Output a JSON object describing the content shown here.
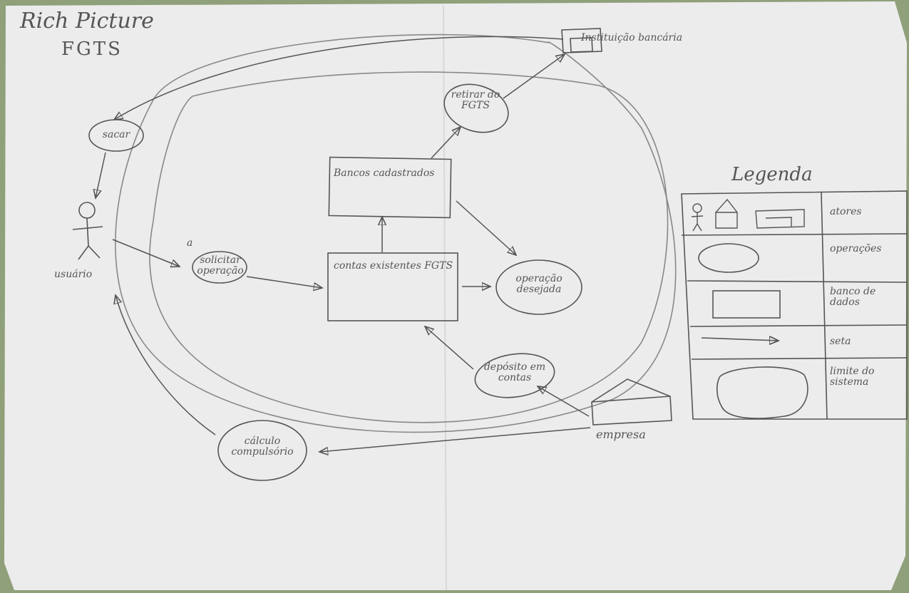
{
  "title": {
    "line1": "Rich Picture",
    "line2": "FGTS"
  },
  "nodes": {
    "instituicao": "Instituição bancária",
    "retirar": "retirar do FGTS",
    "sacar": "sacar",
    "bancos": "Bancos cadastrados",
    "usuario": "usuário",
    "solicitar": "solicitar operação",
    "contas": "contas existentes FGTS",
    "operacao": "operação desejada",
    "deposito": "depósito em contas",
    "calculo": "cálculo compulsório",
    "empresa": "empresa"
  },
  "legend": {
    "title": "Legenda",
    "rows": [
      {
        "symbol": "actors",
        "label": "atores"
      },
      {
        "symbol": "ellipse",
        "label": "operações"
      },
      {
        "symbol": "rect",
        "label": "banco de dados"
      },
      {
        "symbol": "arrow",
        "label": "seta"
      },
      {
        "symbol": "blob",
        "label": "limite do sistema"
      }
    ]
  },
  "marks": {
    "small_a": "a"
  }
}
